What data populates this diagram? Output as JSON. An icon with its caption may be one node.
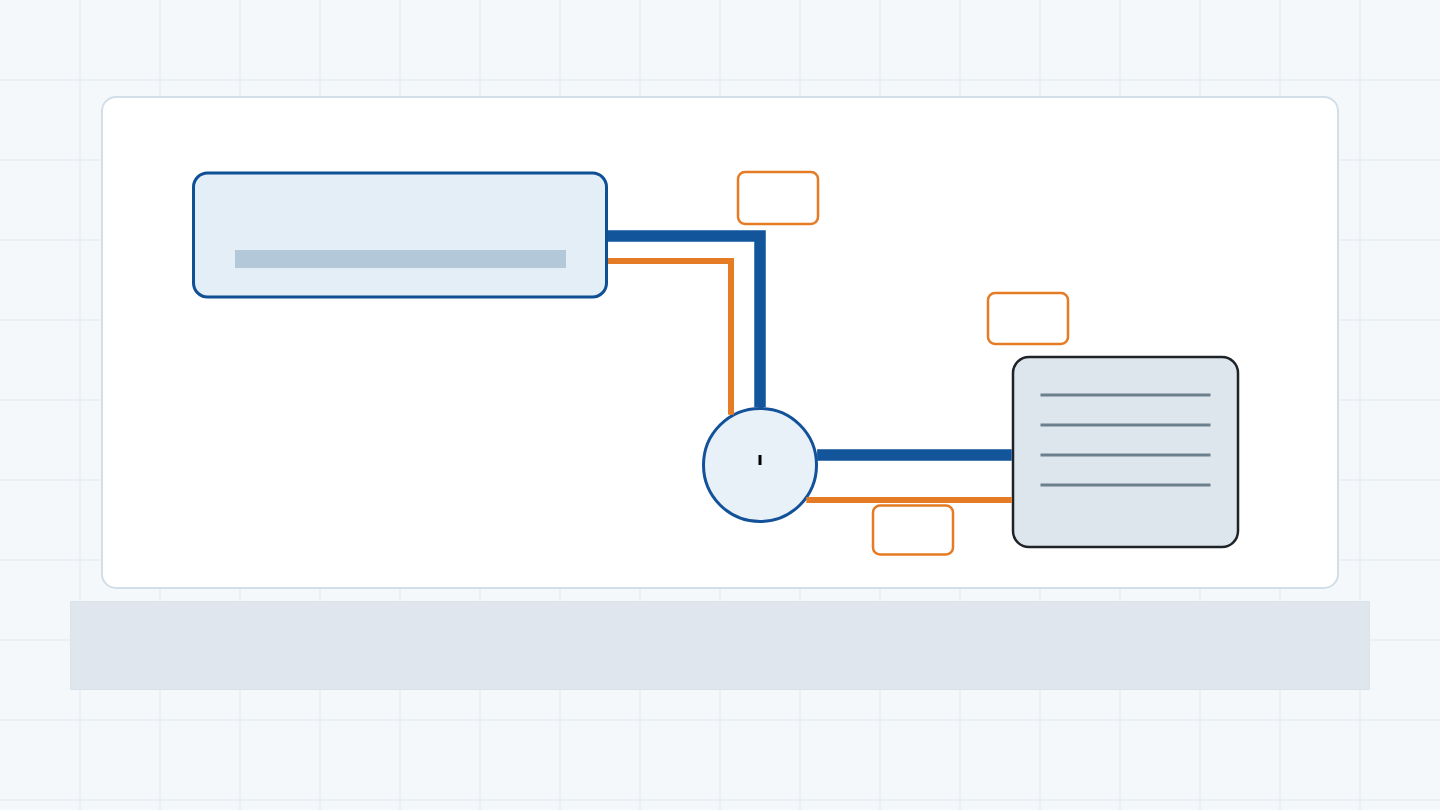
{
  "diagram": {
    "nodes": [
      {
        "text": [],
        "shape": "box"
      },
      {
        "text": [],
        "shape": "box"
      },
      {
        "text": [],
        "shape": "box"
      },
      {
        "text": [],
        "shape": "circle"
      },
      {
        "text": [],
        "shape": "box"
      },
      {
        "text": [],
        "shape": "box"
      },
      {
        "text": [],
        "shape": "bar"
      }
    ],
    "edges": [
      {
        "from": 0,
        "to": 3,
        "arrow": "none",
        "style": "thick",
        "color": "#12559b"
      },
      {
        "from": 0,
        "to": 3,
        "arrow": "none",
        "color": "#e57b24"
      },
      {
        "from": 3,
        "to": 4,
        "arrow": "none",
        "style": "thick",
        "color": "#12559b"
      },
      {
        "from": 3,
        "to": 4,
        "arrow": "none",
        "color": "#e57b24"
      }
    ]
  }
}
